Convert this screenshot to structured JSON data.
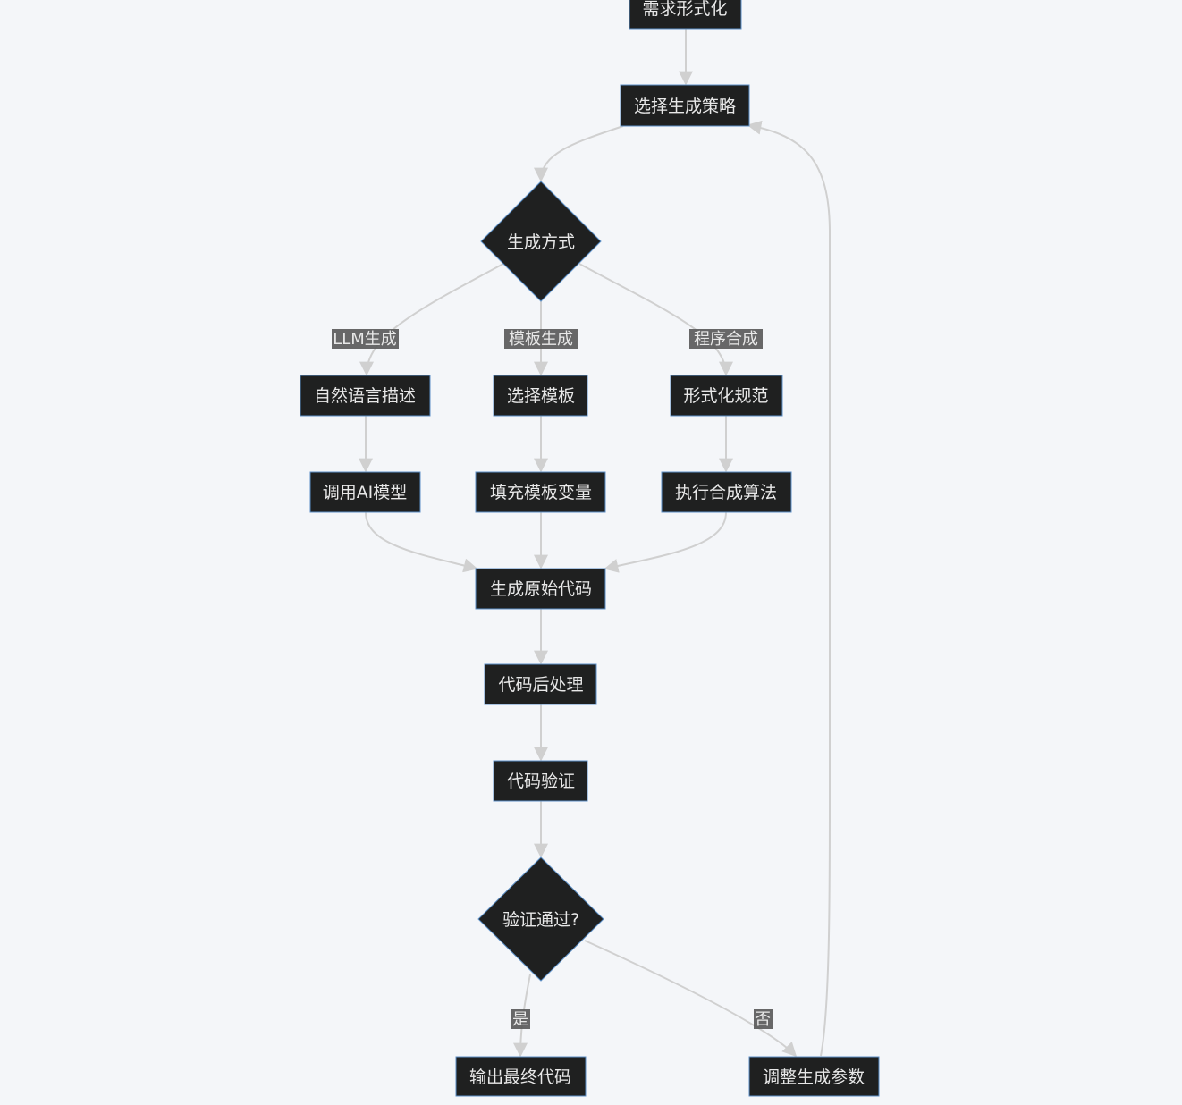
{
  "diagram": {
    "nodes": {
      "formalize": "需求形式化",
      "select_strategy": "选择生成策略",
      "gen_method": "生成方式",
      "nl_desc": "自然语言描述",
      "select_template": "选择模板",
      "formal_spec": "形式化规范",
      "call_ai": "调用AI模型",
      "fill_template": "填充模板变量",
      "run_synthesis": "执行合成算法",
      "raw_code": "生成原始代码",
      "post_process": "代码后处理",
      "verify": "代码验证",
      "verify_pass": "验证通过?",
      "output": "输出最终代码",
      "adjust": "调整生成参数"
    },
    "edge_labels": {
      "llm": "LLM生成",
      "template": "模板生成",
      "synthesis": "程序合成",
      "yes": "是",
      "no": "否"
    }
  }
}
